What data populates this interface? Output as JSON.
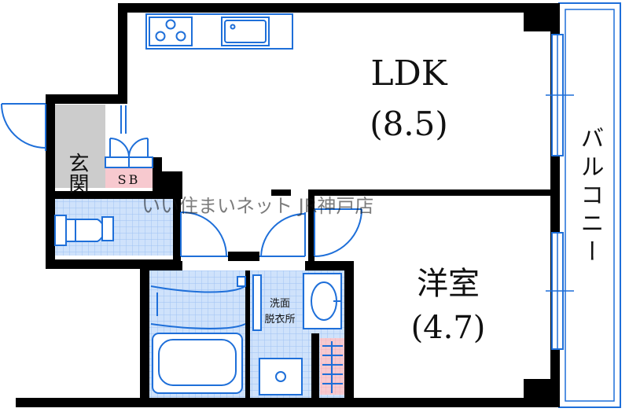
{
  "rooms": {
    "ldk": {
      "name": "LDK",
      "size": "(8.5)"
    },
    "western": {
      "name": "洋室",
      "size": "(4.7)"
    },
    "entrance": {
      "name": "玄関"
    },
    "shoe_box": {
      "name": "SB"
    },
    "washroom": {
      "line1": "洗面",
      "line2": "脱衣所"
    },
    "balcony": {
      "name": "バルコニー"
    }
  },
  "watermark": "いい住まいネット JR神戸店",
  "colors": {
    "wall": "#000000",
    "fixture": "#1e6fd9",
    "tile_fill": "#cfe2fb",
    "entrance_fill": "#cccccc",
    "sb_fill": "#f7c9cf",
    "balcony_fill": "#ffffff"
  }
}
